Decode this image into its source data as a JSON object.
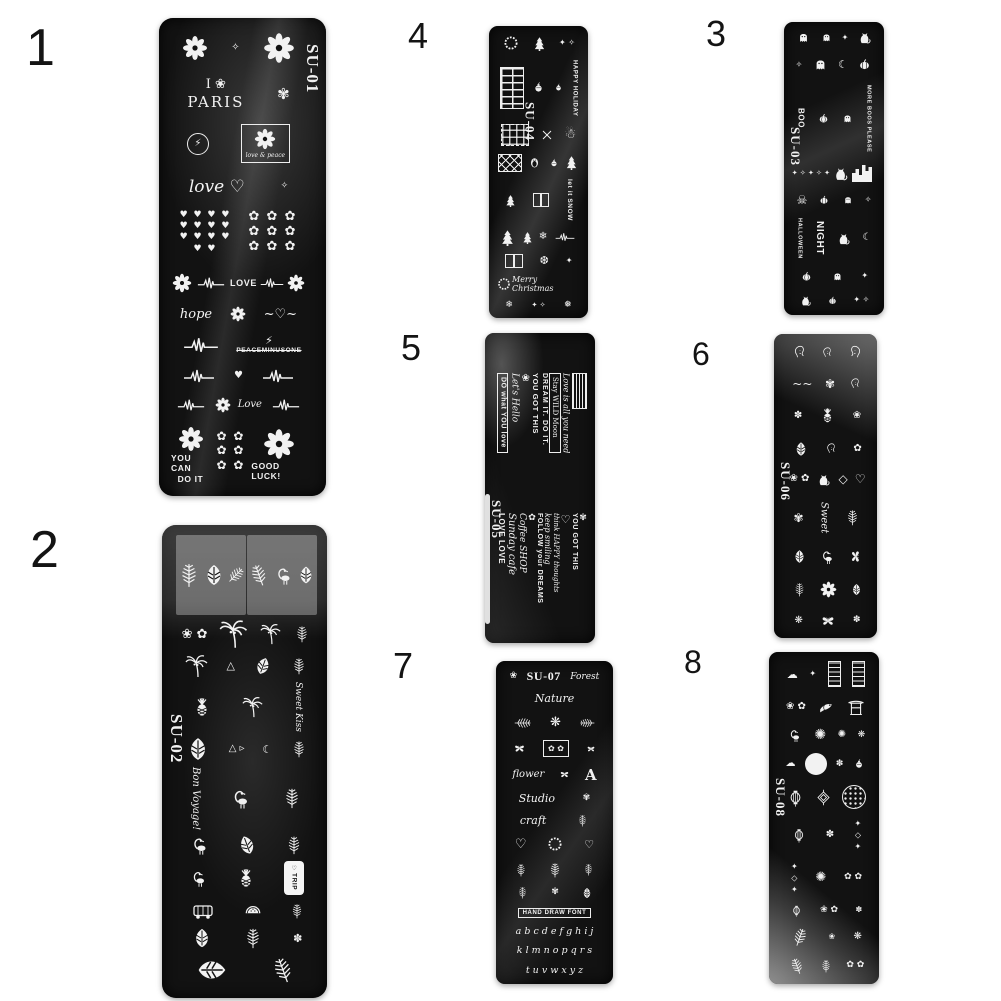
{
  "image": {
    "background": "#ffffff",
    "plate_color": "#121212",
    "print_color": "#f2f2f2",
    "subject": "nail art stamping plates product photo"
  },
  "icons": {
    "daisy": "✿",
    "flower": "❀",
    "rose": "✾",
    "petal": "✽",
    "blossom": "❋",
    "burst": "✺",
    "sparkle": "✦",
    "sparkle_small": "✧",
    "stars_pair": "✦ ✧",
    "garland": "✦ ✧ ✦ ✧ ✦",
    "snowflake": "❄",
    "snowflake_alt": "❅",
    "snowflake_heavy": "❆",
    "heart": "♥",
    "heart_outline": "♡",
    "heart_scribble": "~♡~",
    "hearts_patch": "♥ ♥ ♥ ♥ ♥ ♥ ♥ ♥ ♥ ♥ ♥ ♥ ♥ ♥",
    "daisy_patch": "✿ ✿ ✿ ✿ ✿ ✿ ✿ ✿ ✿",
    "daisy_patch_small": "✿ ✿ ✿ ✿ ✿ ✿",
    "blossom_pair": "❀ ✿",
    "plum_cluster": "✿ ✿",
    "bolt": "⚡",
    "moon": "☾",
    "cloud": "☁",
    "skull": "☠",
    "snowman": "☃",
    "diamond": "◇",
    "triangle": "△",
    "triangles": "△ ▹",
    "tassel": "✦ ◇ ✦",
    "squiggle": "~~"
  },
  "plates": [
    {
      "number": "1",
      "code": "SU-01",
      "texts": {
        "i_heart": "I ❀",
        "paris": "PARIS",
        "love_script": "love ♡",
        "love_peace": "love & peace",
        "heartbeat_word": "LOVE",
        "hope": "hope",
        "brand": "PEACEMINUSONE",
        "love_small": "Love",
        "you_can": "YOU CAN",
        "do_it": "DO IT",
        "good_luck": "GOOD LUCK!"
      }
    },
    {
      "number": "2",
      "code": "SU-02",
      "texts": {
        "bon_voyage": "Bon Voyage!",
        "sweet_kiss": "Sweet Kiss",
        "trip": "TRIP"
      }
    },
    {
      "number": "3",
      "code": "SU-03",
      "texts": {
        "boo": "BOO",
        "boos_please": "MORE BOOS PLEASE",
        "halloween": "HALLOWEEN",
        "night": "NIGHT"
      }
    },
    {
      "number": "4",
      "code": "SU-04",
      "texts": {
        "happy_holiday": "HAPPY HOLIDAY",
        "let_it_snow": "let it SNOW",
        "merry": "Merry Christmas"
      }
    },
    {
      "number": "5",
      "code": "SU-05",
      "phrases": [
        "DO what YOU love",
        "Let's Hello",
        "YOU GOT THIS",
        "DREAM IT. DO IT.",
        "Stay WILD Moon",
        "Love is all you need",
        "LOVE LOVE",
        "Sunday cafe",
        "Coffee SHOP",
        "FOLLOW your DREAMS",
        "keep smiling",
        "think HAPPY thoughts",
        "YOU GOT THIS"
      ]
    },
    {
      "number": "6",
      "code": "SU-06",
      "texts": {
        "sweet": "Sweet"
      }
    },
    {
      "number": "7",
      "code": "SU-07",
      "texts": {
        "nature": "Nature",
        "forest": "Forest",
        "flower": "flower",
        "studio": "Studio",
        "craft": "craft",
        "monogram": "A",
        "hand_draw": "HAND DRAW FONT",
        "alphabet_1": "a b c d e f g h i j",
        "alphabet_2": "k l m n o p q r s",
        "alphabet_3": "t u v w x y z"
      }
    },
    {
      "number": "8",
      "code": "SU-08",
      "texts": {}
    }
  ]
}
